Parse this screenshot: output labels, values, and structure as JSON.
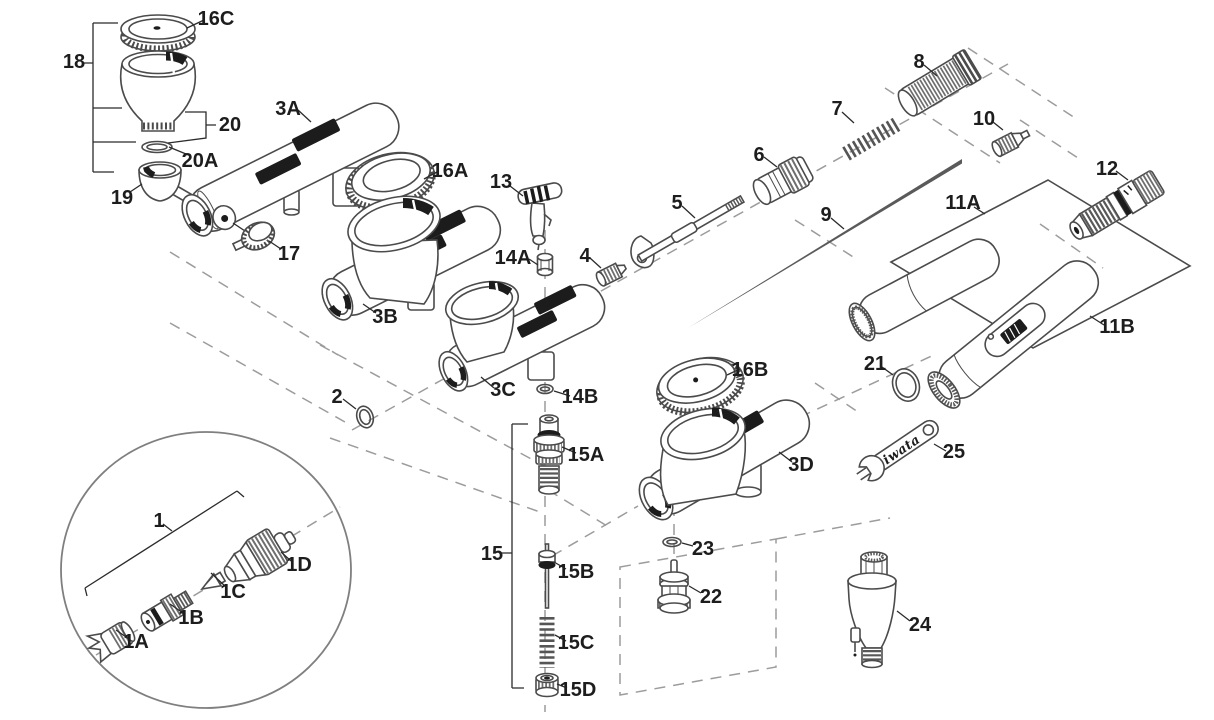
{
  "diagram": {
    "type": "exploded-parts-diagram",
    "subject": "airbrush parts schematic",
    "brand_text": "iwata",
    "background": "#ffffff",
    "line_color": "#4b4b4b",
    "label_color": "#1d1d1e",
    "dashed_color": "#9c9c9c",
    "labels": [
      {
        "id": "1",
        "text": "1"
      },
      {
        "id": "1A",
        "text": "1A"
      },
      {
        "id": "1B",
        "text": "1B"
      },
      {
        "id": "1C",
        "text": "1C"
      },
      {
        "id": "1D",
        "text": "1D"
      },
      {
        "id": "2",
        "text": "2"
      },
      {
        "id": "3A",
        "text": "3A"
      },
      {
        "id": "3B",
        "text": "3B"
      },
      {
        "id": "3C",
        "text": "3C"
      },
      {
        "id": "3D",
        "text": "3D"
      },
      {
        "id": "4",
        "text": "4"
      },
      {
        "id": "5",
        "text": "5"
      },
      {
        "id": "6",
        "text": "6"
      },
      {
        "id": "7",
        "text": "7"
      },
      {
        "id": "8",
        "text": "8"
      },
      {
        "id": "9",
        "text": "9"
      },
      {
        "id": "10",
        "text": "10"
      },
      {
        "id": "11A",
        "text": "11A"
      },
      {
        "id": "11B",
        "text": "11B"
      },
      {
        "id": "12",
        "text": "12"
      },
      {
        "id": "13",
        "text": "13"
      },
      {
        "id": "14A",
        "text": "14A"
      },
      {
        "id": "14B",
        "text": "14B"
      },
      {
        "id": "15",
        "text": "15"
      },
      {
        "id": "15A",
        "text": "15A"
      },
      {
        "id": "15B",
        "text": "15B"
      },
      {
        "id": "15C",
        "text": "15C"
      },
      {
        "id": "15D",
        "text": "15D"
      },
      {
        "id": "16A",
        "text": "16A"
      },
      {
        "id": "16B",
        "text": "16B"
      },
      {
        "id": "16C",
        "text": "16C"
      },
      {
        "id": "17",
        "text": "17"
      },
      {
        "id": "18",
        "text": "18"
      },
      {
        "id": "19",
        "text": "19"
      },
      {
        "id": "20",
        "text": "20"
      },
      {
        "id": "20A",
        "text": "20A"
      },
      {
        "id": "21",
        "text": "21"
      },
      {
        "id": "22",
        "text": "22"
      },
      {
        "id": "23",
        "text": "23"
      },
      {
        "id": "24",
        "text": "24"
      },
      {
        "id": "25",
        "text": "25"
      }
    ]
  }
}
